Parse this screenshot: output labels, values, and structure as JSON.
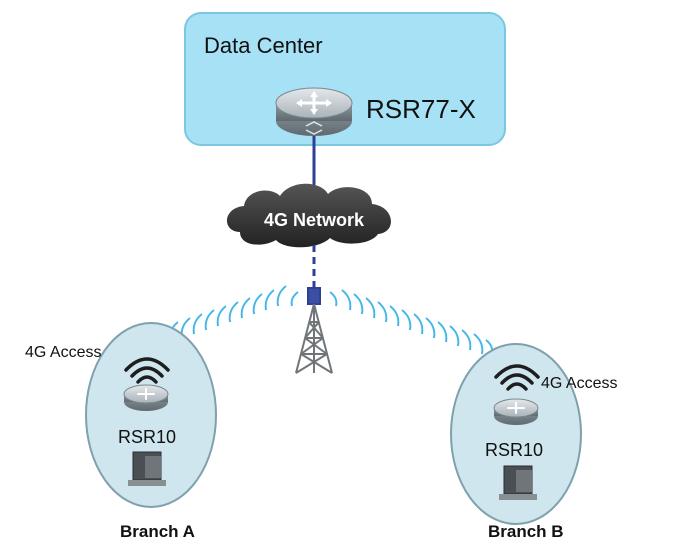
{
  "data_center": {
    "label": "Data Center",
    "router_name": "RSR77-X"
  },
  "network": {
    "label": "4G Network"
  },
  "branches": [
    {
      "router_name": "RSR10",
      "access_label": "4G Access",
      "caption": "Branch A"
    },
    {
      "router_name": "RSR10",
      "access_label": "4G Access",
      "caption": "Branch B"
    }
  ],
  "colors": {
    "data_center_fill": "#a6e1f5",
    "data_center_stroke": "#7bc7e3",
    "branch_fill": "#cfe6ee",
    "branch_stroke": "#7fa0ad",
    "cloud_fill": "#3a3a3a",
    "link": "#2d3f96",
    "signal_waves": "#47b8e8",
    "router_body": "#9aa6ad"
  }
}
